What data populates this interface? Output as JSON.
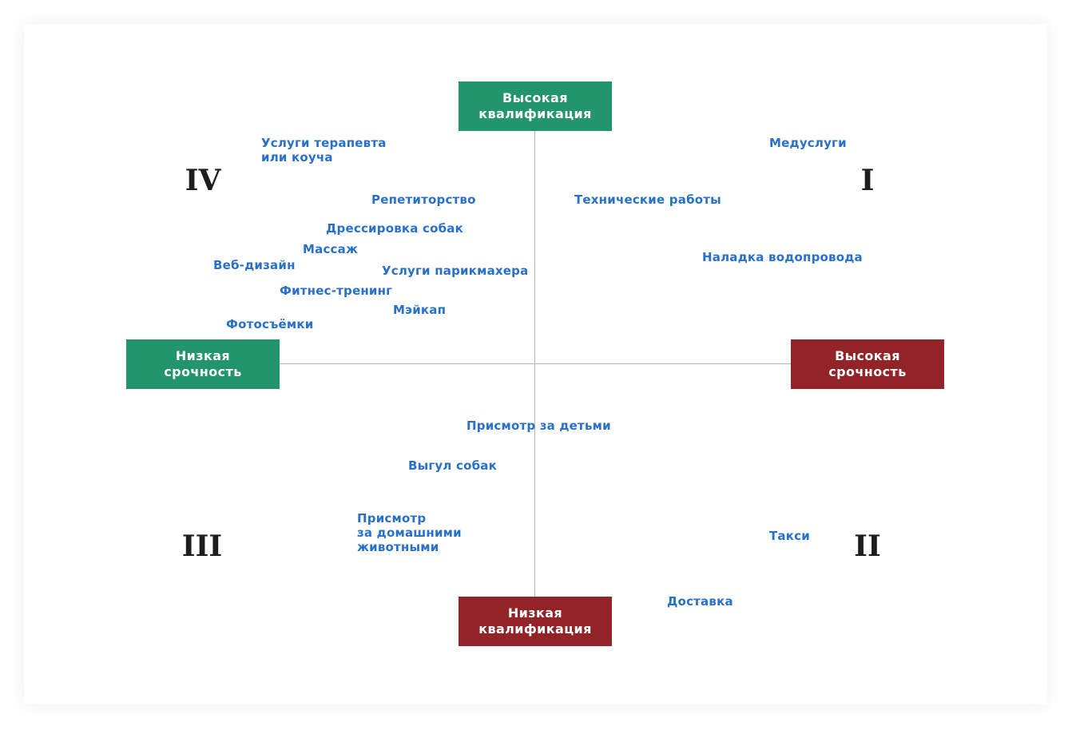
{
  "poles": {
    "top": "Высокая\nквалификация",
    "bottom": "Низкая\nквалификация",
    "left": "Низкая\nсрочность",
    "right": "Высокая\nсрочность"
  },
  "quadrants": {
    "q1": "I",
    "q2": "II",
    "q3": "III",
    "q4": "IV"
  },
  "services": {
    "therapist": "Услуги терапевта\nили коуча",
    "medical": "Медуслуги",
    "tutoring": "Репетиторство",
    "technical": "Технические работы",
    "dog_training": "Дрессировка собак",
    "massage": "Массаж",
    "web_design": "Веб-дизайн",
    "hairdresser": "Услуги парикмахера",
    "plumbing": "Наладка водопровода",
    "fitness": "Фитнес-тренинг",
    "makeup": "Мэйкап",
    "photo": "Фотосъёмки",
    "babysitting": "Присмотр за детьми",
    "dog_walking": "Выгул собак",
    "pet_sitting": "Присмотр\nза домашними\nживотными",
    "taxi": "Такси",
    "delivery": "Доставка"
  },
  "colors": {
    "green": "#23956b",
    "red": "#922326",
    "label_blue": "#2870c8",
    "axis": "#b5b5b5"
  }
}
